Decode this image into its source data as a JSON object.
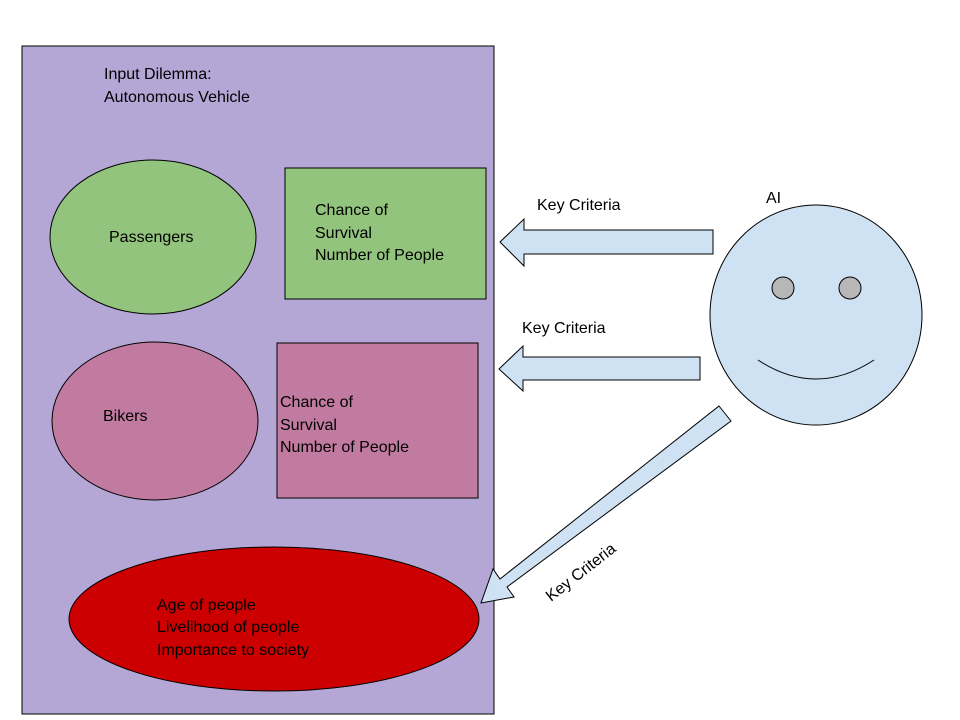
{
  "title_lines": [
    "Input Dilemma:",
    "Autonomous Vehicle"
  ],
  "groups": [
    {
      "name": "Passengers",
      "criteria_lines": [
        "Chance of",
        "Survival",
        "Number of People"
      ]
    },
    {
      "name": "Bikers",
      "criteria_lines": [
        "Chance of",
        "Survival",
        "Number of People"
      ]
    }
  ],
  "red_ellipse_lines": [
    "Age of people",
    "Livelihood of people",
    "Importance to society"
  ],
  "ai_label": "AI",
  "arrow_labels": [
    "Key Criteria",
    "Key Criteria",
    "Key Criteria"
  ],
  "colors": {
    "panel": "#b4a7d6",
    "passengers": "#93c47d",
    "bikers": "#c27ba0",
    "red": "#cc0000",
    "ai_face": "#cfe2f3",
    "ai_eyes": "#b7b7b7",
    "arrow": "#cfe2f3"
  }
}
